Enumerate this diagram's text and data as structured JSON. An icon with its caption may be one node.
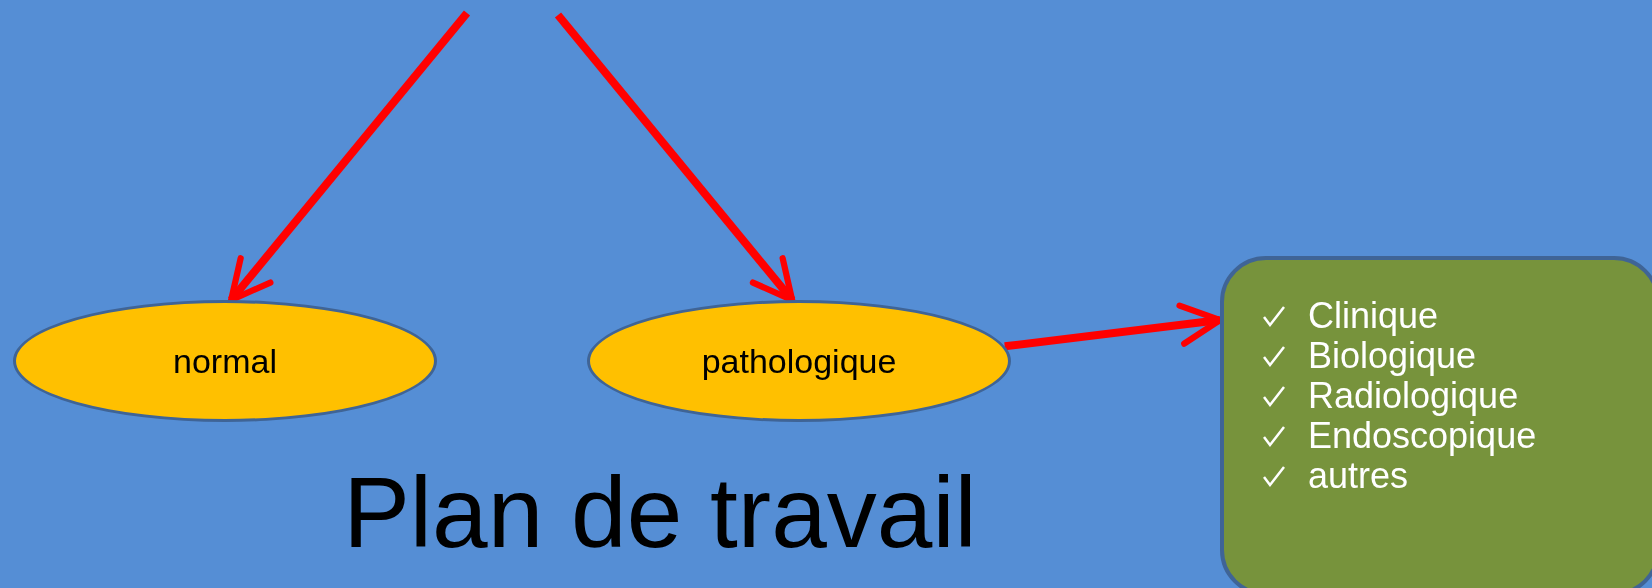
{
  "diagram": {
    "title": "Plan de travail",
    "nodes": [
      {
        "text": [
          "normal"
        ]
      },
      {
        "text": [
          "pathologique"
        ]
      },
      {
        "text": [
          "Clinique",
          "Biologique",
          "Radiologique",
          "Endoscopique",
          "autres"
        ]
      }
    ],
    "edges": [
      {
        "from": null,
        "to": 0,
        "arrow": "to"
      },
      {
        "from": null,
        "to": 1,
        "arrow": "to"
      },
      {
        "from": 1,
        "to": 2,
        "arrow": "to"
      }
    ]
  }
}
